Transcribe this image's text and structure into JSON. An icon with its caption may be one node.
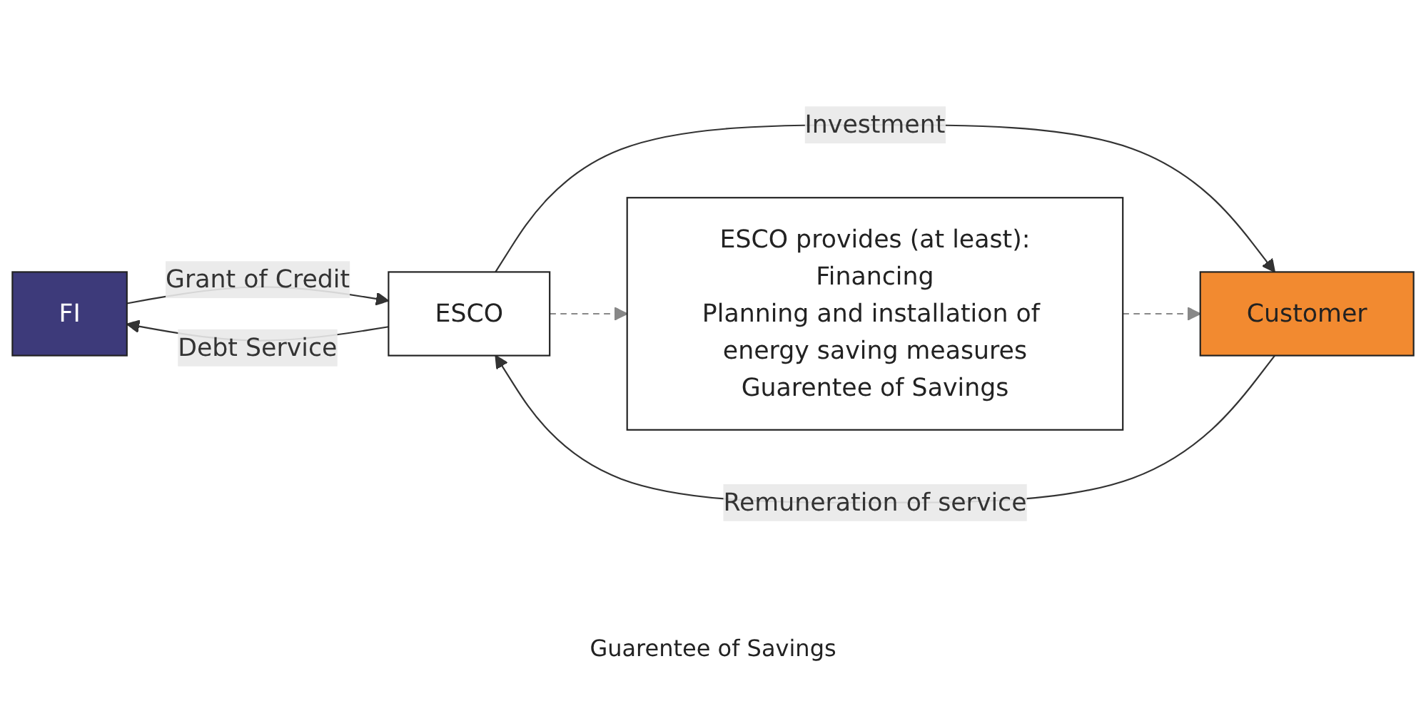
{
  "diagram": {
    "nodes": [
      {
        "text": [
          "FI"
        ]
      },
      {
        "text": [
          "ESCO"
        ]
      },
      {
        "text": [
          "Customer"
        ]
      },
      {
        "text": [
          "ESCO provides (at least):",
          "Financing",
          "Planning and installation of energy saving measures",
          "Guarentee of Savings"
        ]
      }
    ],
    "edges": [
      {
        "from": 0,
        "to": 1,
        "arrow": "to",
        "label": "Grant of Credit"
      },
      {
        "from": 1,
        "to": 0,
        "arrow": "to",
        "label": "Debt Service"
      },
      {
        "from": 1,
        "to": 2,
        "arrow": "to",
        "label": "Investment"
      },
      {
        "from": 2,
        "to": 1,
        "arrow": "to",
        "label": "Remuneration of service"
      },
      {
        "from": 1,
        "to": 3,
        "arrow": "to",
        "style": "dashed",
        "color": "#888888"
      },
      {
        "from": 3,
        "to": 2,
        "arrow": "to",
        "style": "dashed",
        "color": "#888888"
      }
    ],
    "labels": [
      "Guarentee of Savings"
    ]
  }
}
